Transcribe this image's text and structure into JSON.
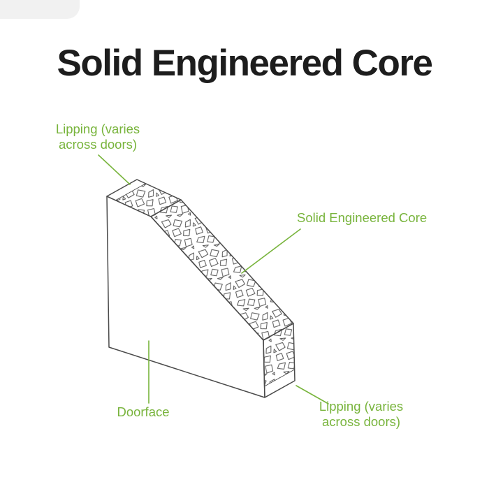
{
  "page": {
    "title": "Solid Engineered Core"
  },
  "colors": {
    "accent": "#78b43c",
    "line": "#4a4a4a",
    "title": "#1d1d1d",
    "face": "#ffffff"
  },
  "diagram": {
    "callouts": {
      "lipping_top": {
        "line1": "Lipping (varies",
        "line2": "across doors)"
      },
      "core": {
        "text": "Solid Engineered Core"
      },
      "doorface": {
        "text": "Doorface"
      },
      "lipping_bottom": {
        "line1": "Lipping (varies",
        "line2": "across doors)"
      }
    }
  }
}
